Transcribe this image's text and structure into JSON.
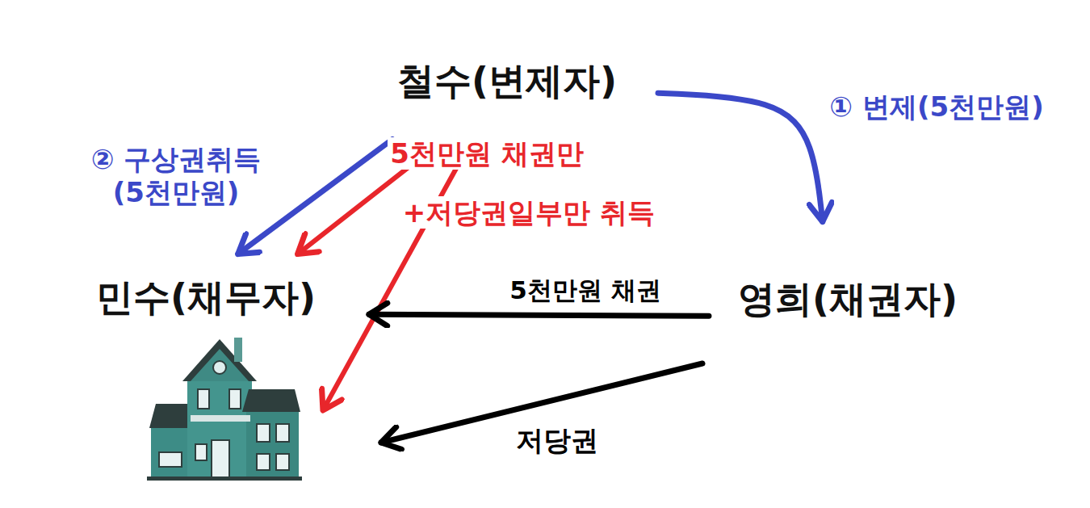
{
  "diagram": {
    "nodes": [
      {
        "text": [
          "철수(변제자)"
        ]
      },
      {
        "text": [
          "민수(채무자)"
        ]
      },
      {
        "text": [
          "영희(채권자)"
        ]
      }
    ],
    "edges": [
      {
        "from": 0,
        "to": 2,
        "arrow": "to",
        "label": "① 변제(5천만원)"
      },
      {
        "from": 0,
        "to": 1,
        "arrow": "to",
        "label": "② 구상권취득 (5천만원)"
      },
      {
        "from": 0,
        "to": 1,
        "arrow": "to"
      },
      {
        "from": 2,
        "to": 1,
        "arrow": "to",
        "label": "5천만원 채권"
      }
    ],
    "labels": [
      "5천만원 채권만",
      "+저당권일부만 취득",
      "저당권"
    ]
  }
}
